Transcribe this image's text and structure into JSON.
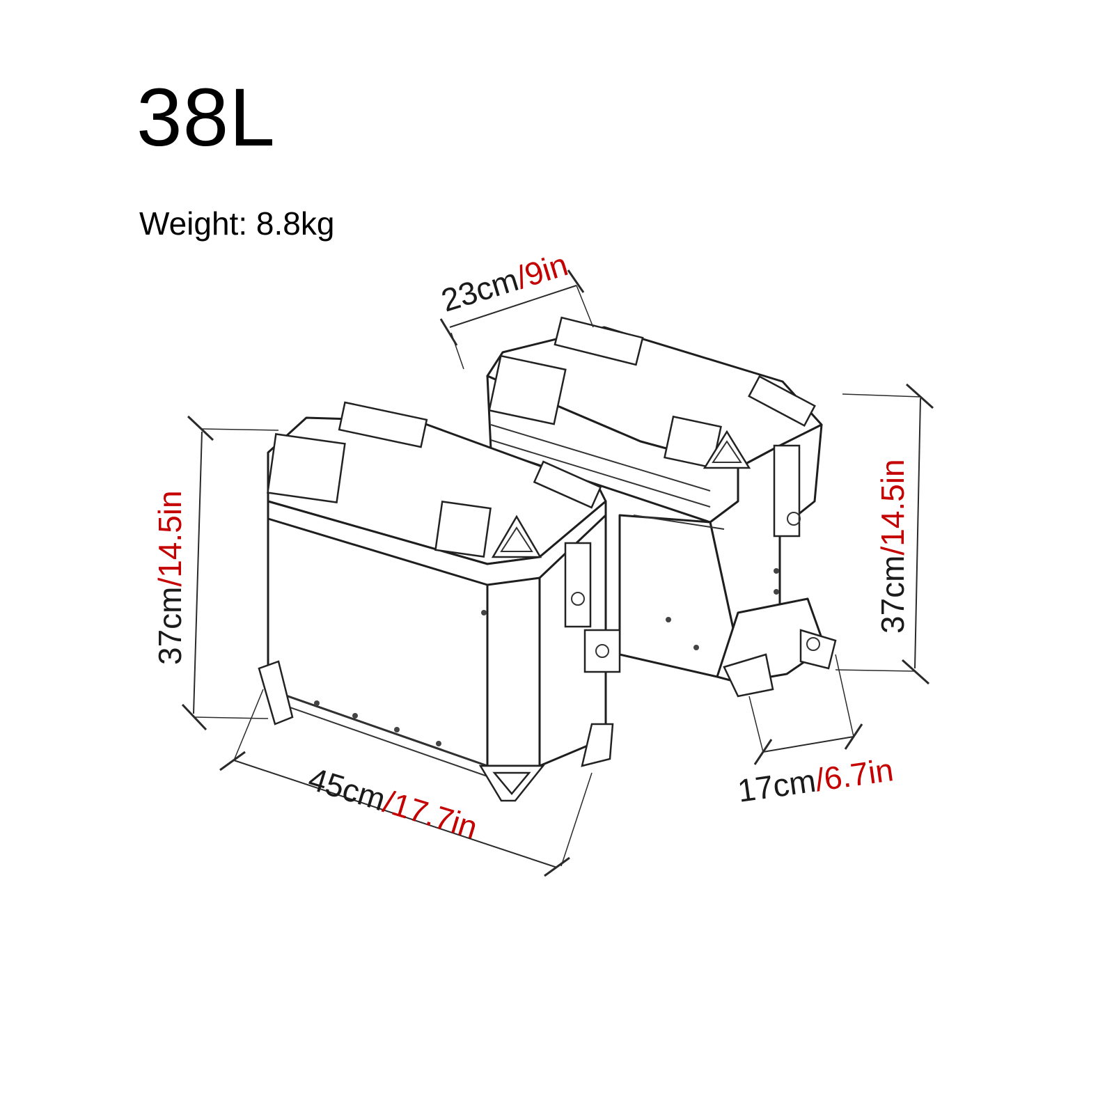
{
  "capacity": "38L",
  "weight": "Weight: 8.8kg",
  "dimensions": {
    "depth_top": {
      "cm": "23cm",
      "sep": "/",
      "inch": "9in"
    },
    "height_left": {
      "cm": "37cm",
      "sep": "/",
      "inch": "14.5in"
    },
    "height_right": {
      "cm": "37cm",
      "sep": "/",
      "inch": "14.5in"
    },
    "length": {
      "cm": "45cm",
      "sep": "/",
      "inch": "17.7in"
    },
    "depth_bottom": {
      "cm": "17cm",
      "sep": "/",
      "inch": "6.7in"
    }
  },
  "colors": {
    "metric": "#1a1a1a",
    "imperial": "#c40000"
  }
}
